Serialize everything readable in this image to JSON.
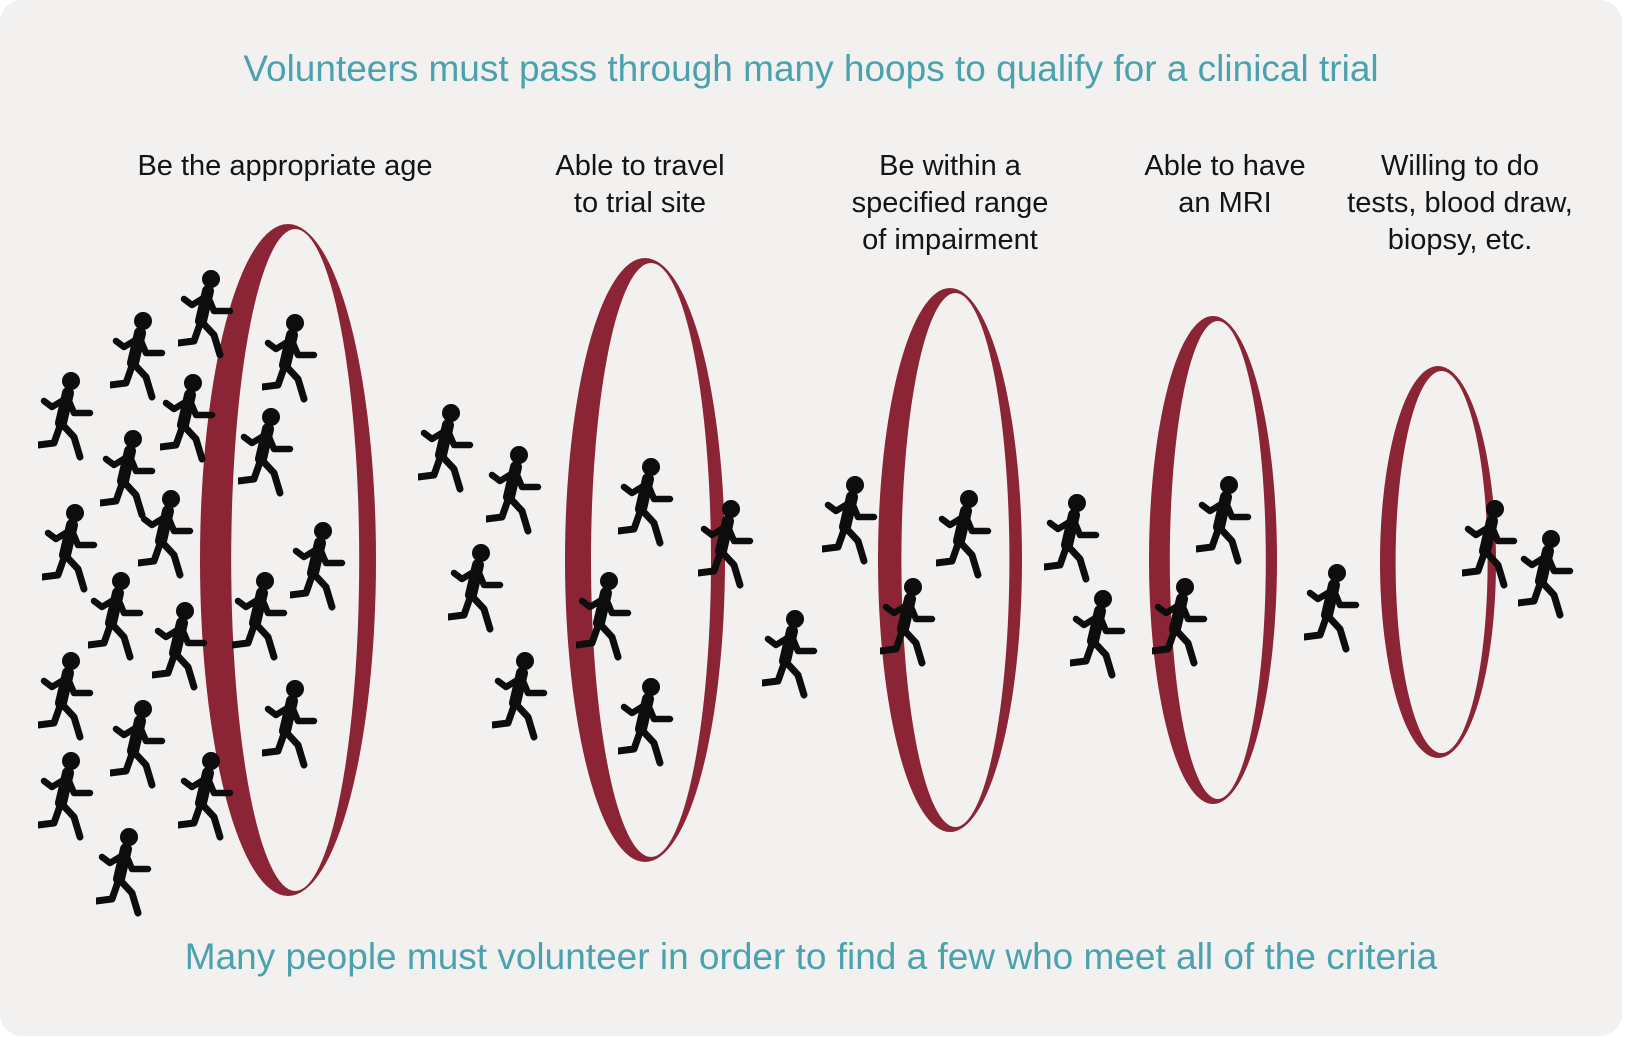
{
  "diagram": {
    "title": "Volunteers must pass through many hoops to qualify for a clinical trial",
    "caption": "Many people must volunteer in order to find a few who meet all of the criteria",
    "criteria": [
      {
        "label": "Be the appropriate age"
      },
      {
        "label": "Able to travel\nto trial site"
      },
      {
        "label": "Be within a\nspecified range\nof impairment"
      },
      {
        "label": "Able to have\nan MRI"
      },
      {
        "label": "Willing to do\ntests, blood draw,\nbiopsy, etc."
      }
    ],
    "icons": {
      "hoop": "ellipse-ring",
      "person": "running-person-icon"
    },
    "colors": {
      "title": "#4aa2ae",
      "hoop": "#8b2535",
      "hoop_inner": "#f3f1f0",
      "person": "#0d0d0d",
      "background": "#f3f1f0"
    }
  }
}
